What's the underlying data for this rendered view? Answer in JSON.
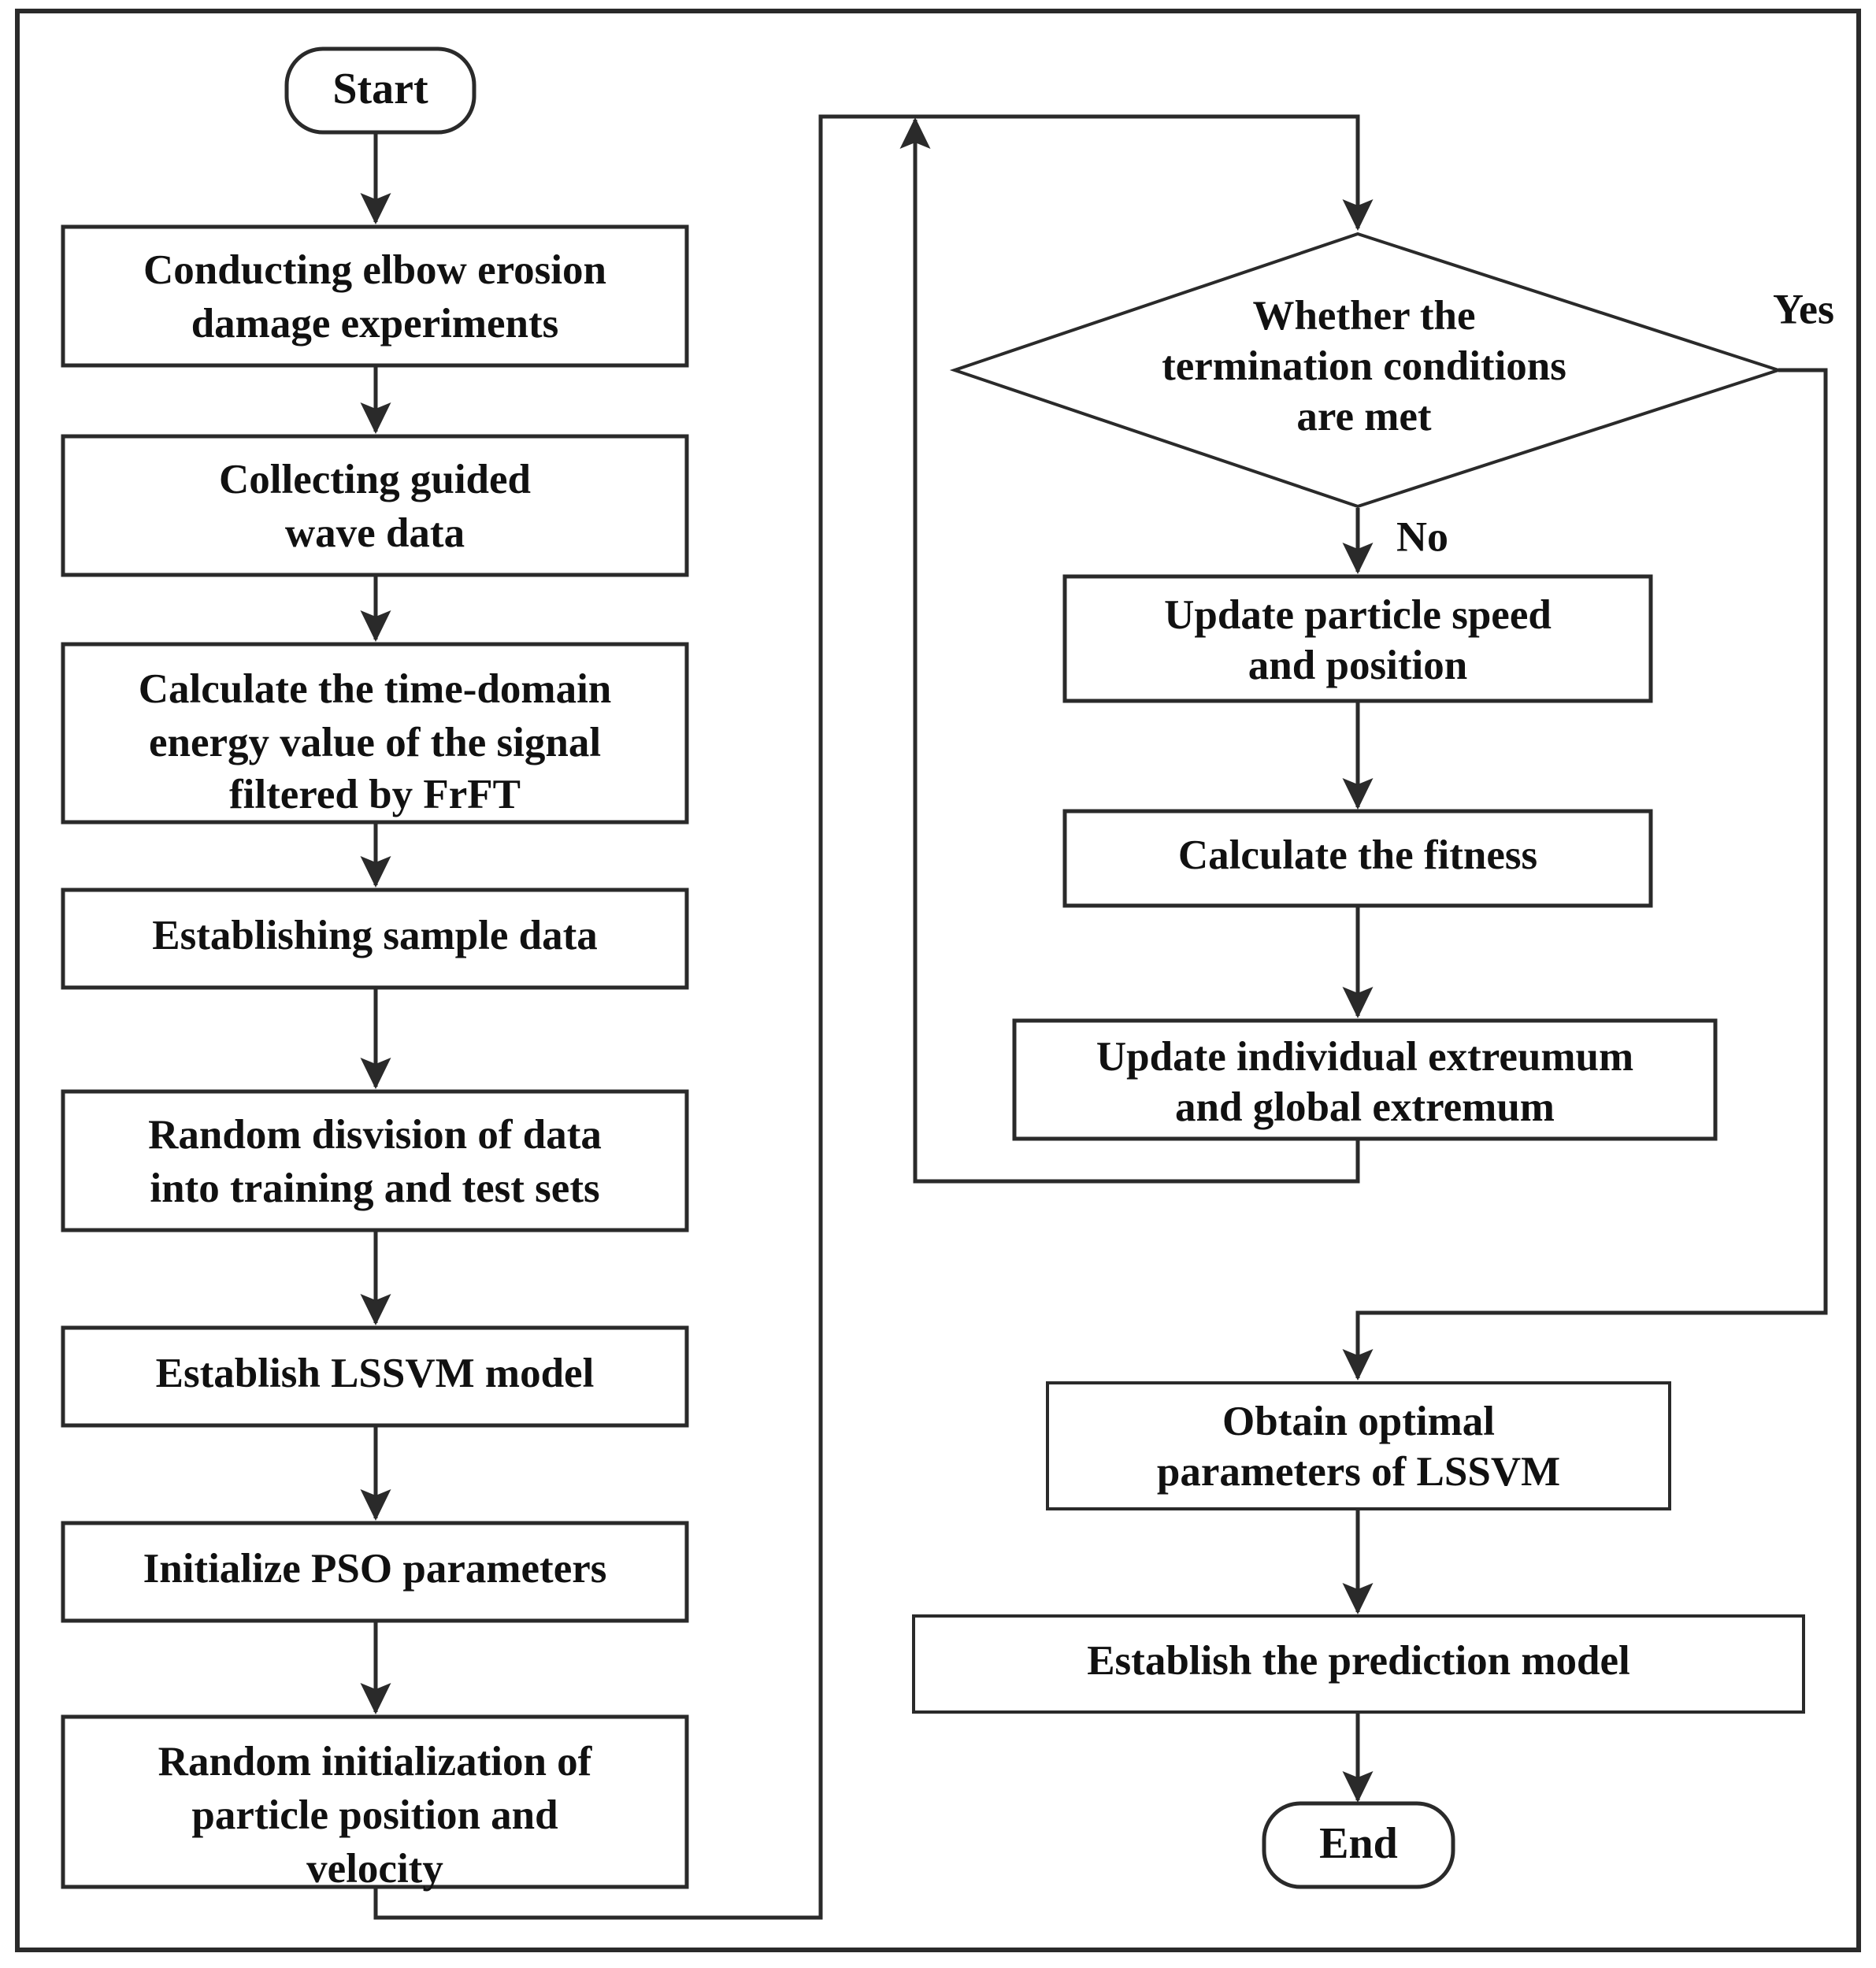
{
  "diagram": {
    "title": "PSO-LSSVM elbow erosion damage prediction modeling flowchart",
    "type": "flowchart",
    "colors": {
      "stroke": "#2a2a2a",
      "fill": "#ffffff",
      "text": "#111111"
    },
    "terminals": {
      "start": "Start",
      "end": "End"
    },
    "edge_labels": {
      "yes": "Yes",
      "no": "No"
    },
    "decision": {
      "line1": "Whether the",
      "line2": "termination conditions",
      "line3": "are met"
    },
    "left_column": [
      {
        "id": "conducting-experiments",
        "line1": "Conducting elbow erosion",
        "line2": "damage experiments",
        "line3": ""
      },
      {
        "id": "collecting-wave-data",
        "line1": "Collecting guided",
        "line2": "wave data",
        "line3": ""
      },
      {
        "id": "calculate-energy",
        "line1": "Calculate the time-domain",
        "line2": "energy value of the signal",
        "line3": "filtered by FrFT"
      },
      {
        "id": "establishing-sample-data",
        "line1": "Establishing sample data",
        "line2": "",
        "line3": ""
      },
      {
        "id": "random-division",
        "line1": "Random disvision of data",
        "line2": "into training and test sets",
        "line3": ""
      },
      {
        "id": "establish-lssvm",
        "line1": "Establish LSSVM model",
        "line2": "",
        "line3": ""
      },
      {
        "id": "initialize-pso",
        "line1": "Initialize PSO parameters",
        "line2": "",
        "line3": ""
      },
      {
        "id": "random-init-particles",
        "line1": "Random initialization of",
        "line2": "particle position and",
        "line3": "velocity"
      }
    ],
    "right_column": [
      {
        "id": "update-speed-position",
        "line1": "Update particle speed",
        "line2": "and position",
        "line3": ""
      },
      {
        "id": "calculate-fitness",
        "line1": "Calculate the fitness",
        "line2": "",
        "line3": ""
      },
      {
        "id": "update-extremum",
        "line1": "Update individual extreumum",
        "line2": "and global extremum",
        "line3": ""
      },
      {
        "id": "obtain-optimal-params",
        "line1": "Obtain optimal",
        "line2": "parameters of LSSVM",
        "line3": ""
      },
      {
        "id": "establish-prediction-model",
        "line1": "Establish the prediction model",
        "line2": "",
        "line3": ""
      }
    ]
  }
}
